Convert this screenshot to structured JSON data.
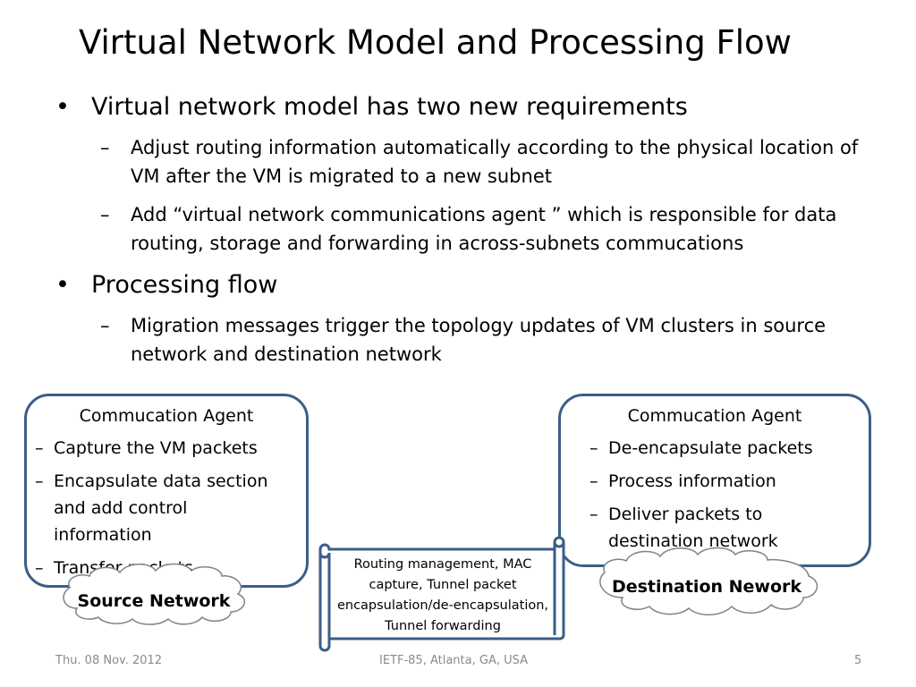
{
  "slide": {
    "title": "Virtual Network Model and Processing Flow",
    "bullets": [
      {
        "text": "Virtual network model has two new requirements",
        "subitems": [
          "Adjust routing information automatically according to the physical location of VM after the VM is migrated to a new subnet",
          "Add “virtual network communications agent ” which is responsible for data routing, storage and forwarding in across-subnets commucations"
        ]
      },
      {
        "text": "Processing flow",
        "subitems": [
          "Migration messages trigger the topology updates of VM clusters in source network and destination network"
        ]
      }
    ],
    "bullet_symbol": "•",
    "dash_symbol": "–"
  },
  "diagram": {
    "left_agent": {
      "title": "Commucation Agent",
      "items": [
        "Capture the VM packets",
        "Encapsulate data section and add control information",
        "Transfer packets"
      ]
    },
    "right_agent": {
      "title": "Commucation Agent",
      "items": [
        "De-encapsulate packets",
        "Process information",
        "Deliver packets to destination network"
      ]
    },
    "source_label": "Source Network",
    "destination_label": "Destination Nework",
    "middle_scroll_text": "Routing management, MAC capture, Tunnel packet encapsulation/de-encapsulation, Tunnel forwarding",
    "colors": {
      "box_border": "#3a5e87",
      "cloud_border": "#7a8490"
    }
  },
  "footer": {
    "date": "Thu. 08 Nov. 2012",
    "event": "IETF-85, Atlanta, GA, USA",
    "page_number": "5"
  }
}
